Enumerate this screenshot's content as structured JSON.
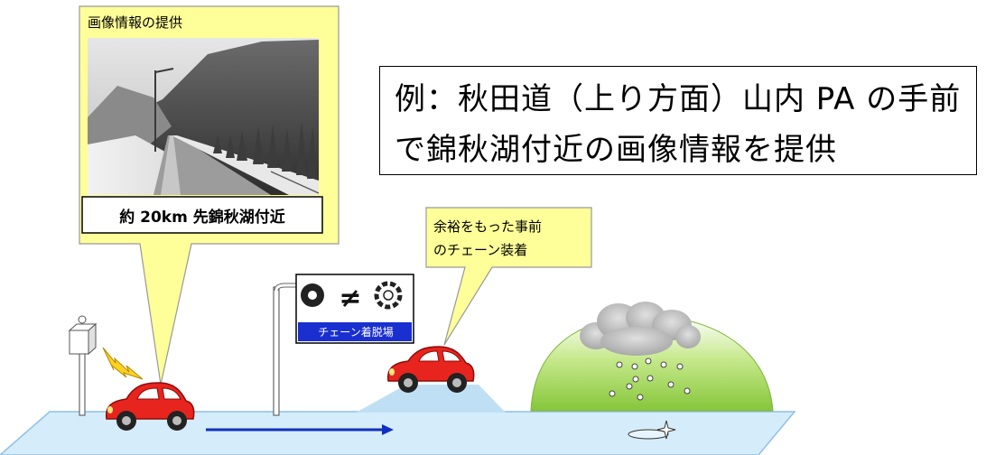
{
  "camera_callout": {
    "title": "画像情報の提供",
    "caption": "約 20km 先錦秋湖付近"
  },
  "example_box": {
    "line1": "例：秋田道（上り方面）山内 PA の手前",
    "line2": "で錦秋湖付近の画像情報を提供"
  },
  "advice_callout": {
    "line1": "余裕をもった事前",
    "line2": "のチェーン装着"
  },
  "chain_sign": {
    "label": "チェーン着脱場",
    "symbol": "≠"
  },
  "colors": {
    "callout_fill": "#ffff99",
    "road": "#d5ecfa",
    "car": "#e8241f",
    "sign_label_bg": "#1a2fd0",
    "hill": "#9bd24a",
    "arrow": "#1030c0",
    "lightning": "#ffd21f"
  },
  "icons": [
    "camera-post-icon",
    "lightning-icon",
    "car-icon",
    "arrow-right-icon",
    "tire-icon",
    "chain-tire-icon",
    "snow-cloud-icon",
    "hill-icon",
    "ice-puddle-icon"
  ]
}
